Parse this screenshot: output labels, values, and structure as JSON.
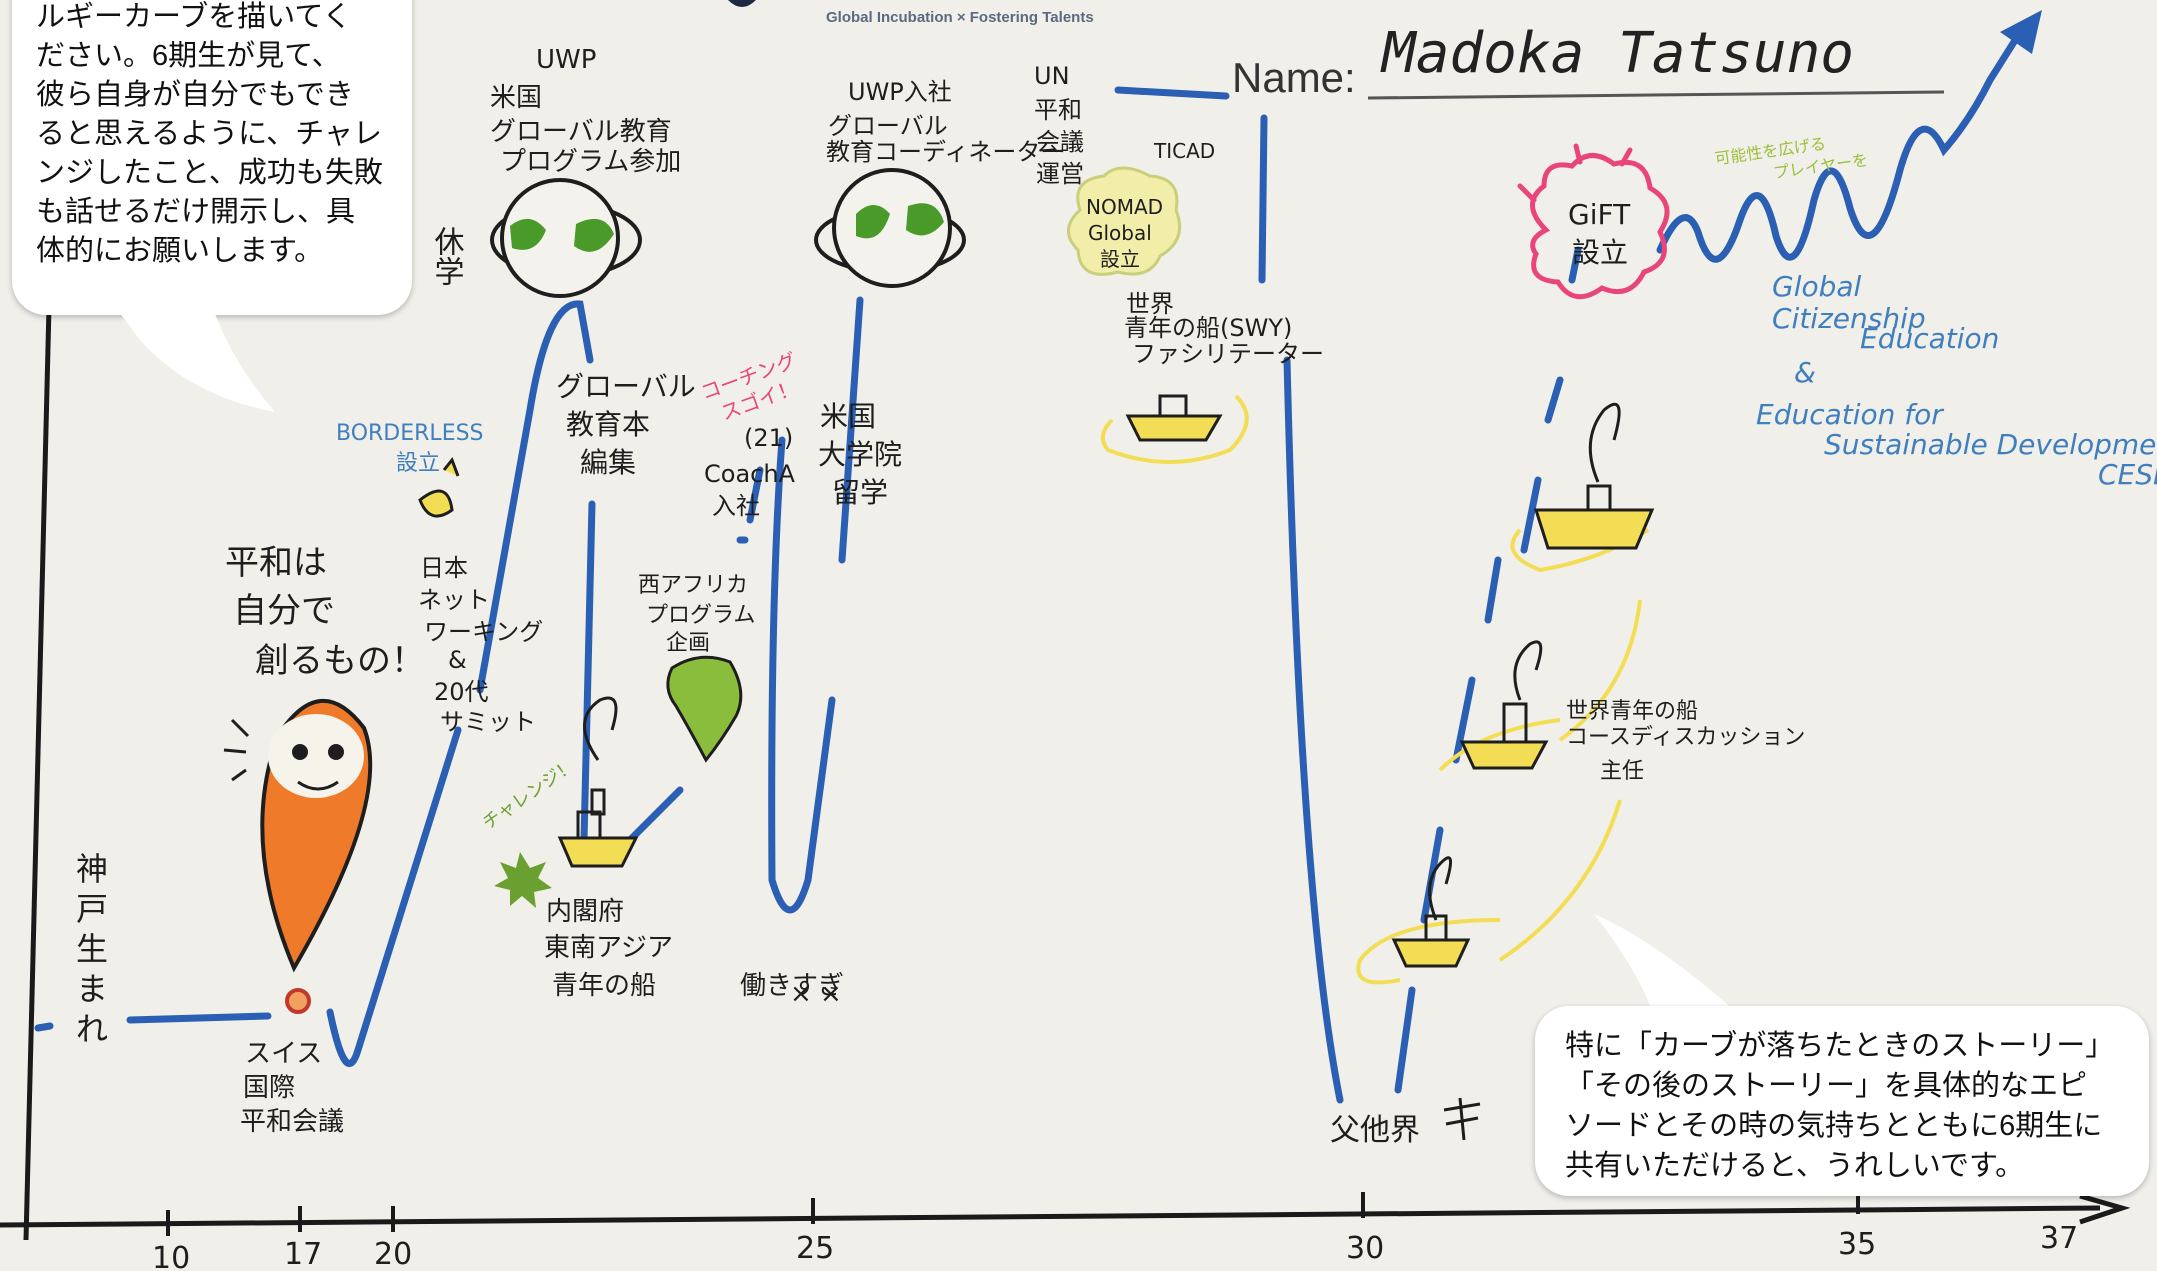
{
  "header": {
    "tagline": "Global Incubation × Fostering Talents",
    "name_label": "Name:",
    "name_value": "Madoka  Tatsuno"
  },
  "axis": {
    "ticks": [
      "10",
      "17",
      "20",
      "25",
      "30",
      "35",
      "37"
    ]
  },
  "milestones": {
    "born": "神戸生まれ",
    "swiss": [
      "スイス",
      "国際",
      "平和会議"
    ],
    "peace": [
      "平和は",
      "自分で",
      "創るもの！"
    ],
    "networking": [
      "日本",
      "ネット",
      "ワーキング",
      "&",
      "20代",
      "サミット"
    ],
    "borderless": [
      "BORDERLESS",
      "設立"
    ],
    "leave_school": "休学",
    "uwp": [
      "UWP",
      "米国",
      "グローバル教育",
      "プログラム参加"
    ],
    "global_edu": [
      "グローバル",
      "教育本",
      "編集"
    ],
    "cabinet": [
      "内閣府",
      "東南アジア",
      "青年の船"
    ],
    "challenge": "チャレンジ！",
    "west_africa": [
      "西アフリカ",
      "プログラム",
      "企画"
    ],
    "coaching": [
      "コーチング",
      "スゴイ！"
    ],
    "coacha": [
      "(21)",
      "CoachA",
      "入社"
    ],
    "grad_school": [
      "米国",
      "大学院",
      "留学"
    ],
    "overwork": [
      "働きすぎ",
      "× ×"
    ],
    "uwp_join": [
      "UWP入社",
      "グローバル",
      "教育コーディネーター"
    ],
    "un": [
      "UN",
      "平和",
      "会議",
      "運営"
    ],
    "ticad": "TICAD",
    "nomad": [
      "NOMAD",
      "Global",
      "設立"
    ],
    "swy": [
      "世界",
      "青年の船(SWY)",
      "ファシリテーター"
    ],
    "father": "父他界",
    "swy_course": [
      "世界青年の船",
      "コースディスカッション",
      "主任"
    ],
    "gift": [
      "GiFT",
      "設立"
    ],
    "future_note": [
      "可能性を広げる",
      "プレイヤーを"
    ],
    "gce": [
      "Global",
      "Citizenship",
      "Education",
      "&",
      "Education for",
      "Sustainable Development",
      "CESD"
    ]
  },
  "bubbles": {
    "left": "ルギーカーブを描いてく\nださい。6期生が見て、\n彼ら自身が自分でもでき\nると思えるように、チャレ\nンジしたこと、成功も失敗\nも話せるだけ開示し、具\n体的にお願いします。",
    "right": "特に「カーブが落ちたときのストーリー」\n「その後のストーリー」を具体的なエピ\nソードとその時の気持ちとともに6期生に\n共有いただけると、うれしいです。"
  },
  "colors": {
    "paper": "#f1efe9",
    "curve_blue": "#2a5fb4",
    "annotation_blue": "#3f7fc0",
    "ink": "#1e1e1e",
    "orange": "#ee7a2a",
    "green": "#4a9a2a",
    "yellow": "#f2dd55",
    "pink": "#e8467a"
  }
}
